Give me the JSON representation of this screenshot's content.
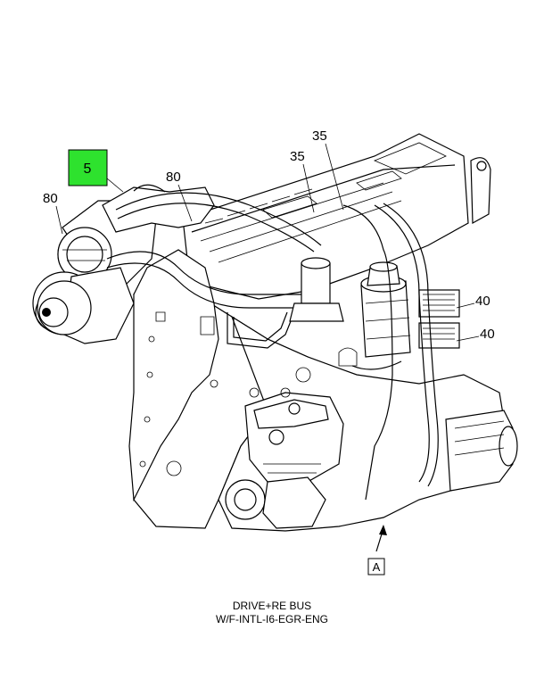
{
  "callouts": {
    "highlighted": "5",
    "c80a": "80",
    "c80b": "80",
    "c35a": "35",
    "c35b": "35",
    "c40a": "40",
    "c40b": "40"
  },
  "view_marker": "A",
  "caption": {
    "line1": "DRIVE+RE BUS",
    "line2": "W/F-INTL-I6-EGR-ENG"
  },
  "colors": {
    "highlight_fill": "#2ee22e",
    "line": "#000000"
  }
}
